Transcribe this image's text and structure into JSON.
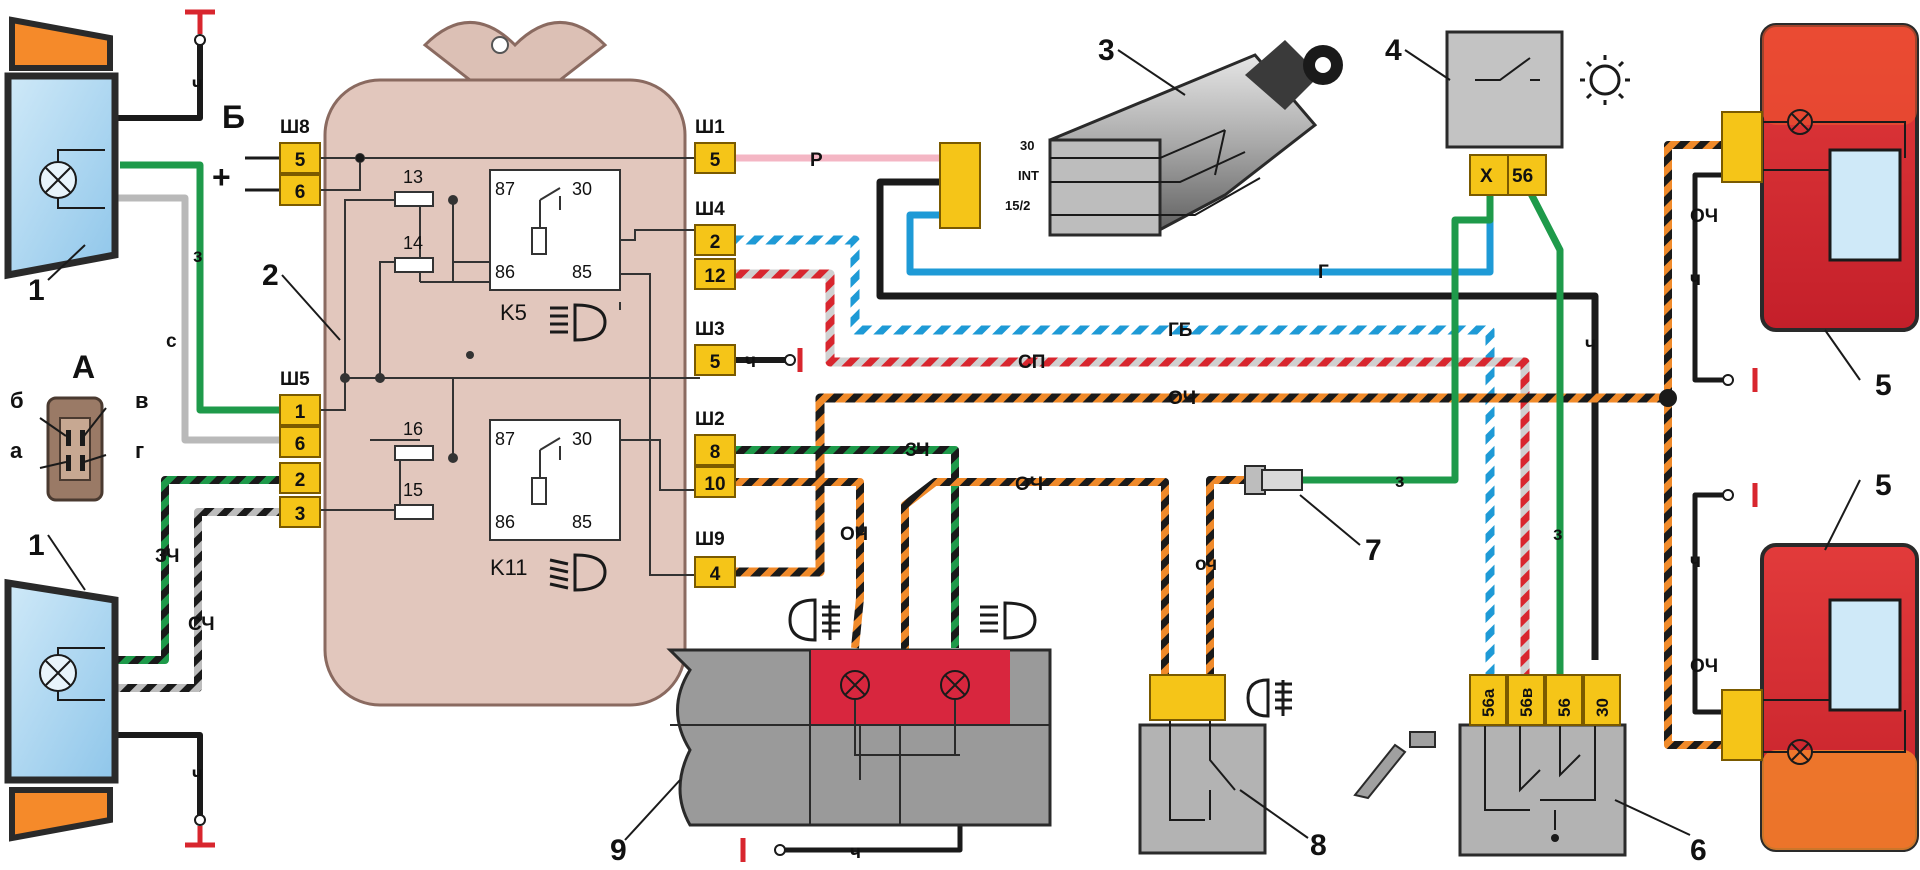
{
  "components": {
    "headlamp_top": "1",
    "headlamp_bottom": "1",
    "relay_block": "2",
    "ignition_switch": "3",
    "dash_switch": "4",
    "taillamp_top": "5",
    "taillamp_bottom": "5",
    "column_switch": "6",
    "fog_sensor": "7",
    "fog_switch": "8",
    "instrument_cluster": "9"
  },
  "labels": {
    "B": "Б",
    "A": "А",
    "plus": "+",
    "connector_pins": {
      "b": "б",
      "v": "в",
      "a": "а",
      "g": "г"
    }
  },
  "connectors": {
    "sh8": {
      "name": "Ш8",
      "pins": [
        "5",
        "6"
      ]
    },
    "sh5": {
      "name": "Ш5",
      "pins": [
        "1",
        "6",
        "2",
        "3"
      ]
    },
    "sh1": {
      "name": "Ш1",
      "pins": [
        "5"
      ]
    },
    "sh4": {
      "name": "Ш4",
      "pins": [
        "2",
        "12"
      ]
    },
    "sh3": {
      "name": "Ш3",
      "pins": [
        "5"
      ]
    },
    "sh2": {
      "name": "Ш2",
      "pins": [
        "8",
        "10"
      ]
    },
    "sh9": {
      "name": "Ш9",
      "pins": [
        "4"
      ]
    }
  },
  "fuses": [
    "13",
    "14",
    "16",
    "15"
  ],
  "relays": [
    {
      "name": "K5",
      "t87": "87",
      "t30": "30",
      "t86": "86",
      "t85": "85"
    },
    {
      "name": "K11",
      "t87": "87",
      "t30": "30",
      "t86": "86",
      "t85": "85"
    }
  ],
  "ignition": {
    "t30": "30",
    "int": "INT",
    "t15": "15/2"
  },
  "switch4": {
    "x": "X",
    "p56": "56"
  },
  "switch6": {
    "pins": [
      "56а",
      "56в",
      "56",
      "30"
    ]
  },
  "wires": {
    "ch": "ч",
    "z": "з",
    "s": "с",
    "r": "Р",
    "g": "Г",
    "gb": "ГБ",
    "sp": "СП",
    "och": "ОЧ",
    "zch": "ЗЧ",
    "sch": "СЧ",
    "och_lower": "ОЧ",
    "z_right": "з",
    "och_small": "оч"
  },
  "colors": {
    "yellow": "#f5c518",
    "body": "#e2c7bd",
    "red": "#d8262e",
    "orange": "#f08a2a",
    "green": "#1e9a4a",
    "blue": "#1e9ad6",
    "grey": "#9a9a9a",
    "pink": "#f4b6c4"
  }
}
